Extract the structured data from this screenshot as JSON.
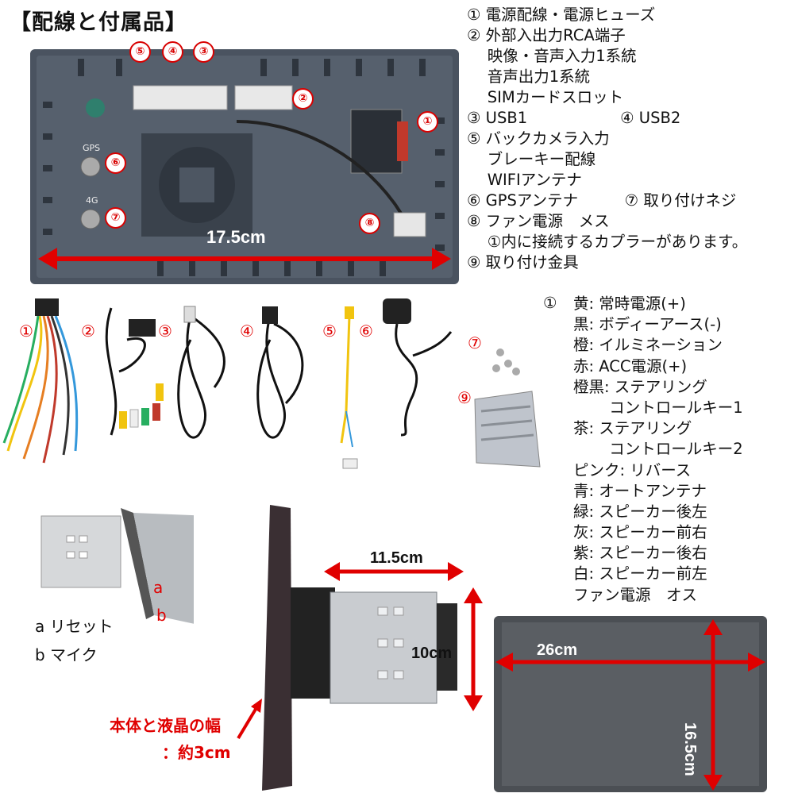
{
  "title": "【配線と付属品】",
  "description_lines": [
    "① 電源配線・電源ヒューズ",
    "② 外部入出力RCA端子",
    "　 映像・音声入力1系統",
    "　 音声出力1系統",
    "　 SIMカードスロット",
    "③ USB1　　　　　　④ USB2",
    "⑤ バックカメラ入力",
    "　 ブレーキー配線",
    "　 WIFIアンテナ",
    "⑥ GPSアンテナ　　　⑦ 取り付けネジ",
    "⑧ ファン電源　メス",
    "　 ①内に接続するカプラーがあります。",
    "⑨ 取り付け金具"
  ],
  "unit_labels": {
    "gps": "GPS",
    "fourg": "4G",
    "width": "17.5cm"
  },
  "unit_badges": [
    "⑤",
    "④",
    "③",
    "②",
    "①",
    "⑥",
    "⑦",
    "⑧"
  ],
  "accessory_badges": [
    "①",
    "②",
    "③",
    "④",
    "⑤",
    "⑥",
    "⑦",
    "⑨"
  ],
  "wire_colors_header": "①",
  "wire_colors": [
    "黄: 常時電源(+)",
    "黒: ボディーアース(-)",
    "橙: イルミネーション",
    "赤: ACC電源(+)",
    "橙黒: ステアリング",
    "　　 コントロールキー1",
    "茶: ステアリング",
    "　　 コントロールキー2",
    "ピンク: リバース",
    "青: オートアンテナ",
    "緑: スピーカー後左",
    "灰: スピーカー前右",
    "紫: スピーカー後右",
    "白: スピーカー前左",
    "ファン電源　オス"
  ],
  "side_labels": {
    "a": "a",
    "b": "b",
    "a_desc": "a リセット",
    "b_desc": "b マイク"
  },
  "dimensions": {
    "depth": "11.5cm",
    "height": "10cm",
    "thickness_line1": "本体と液晶の幅",
    "thickness_line2": "：約3cm",
    "screen_width": "26cm",
    "screen_height": "16.5cm"
  },
  "colors": {
    "accent_red": "#e00000",
    "unit_body": "#4a5360"
  }
}
